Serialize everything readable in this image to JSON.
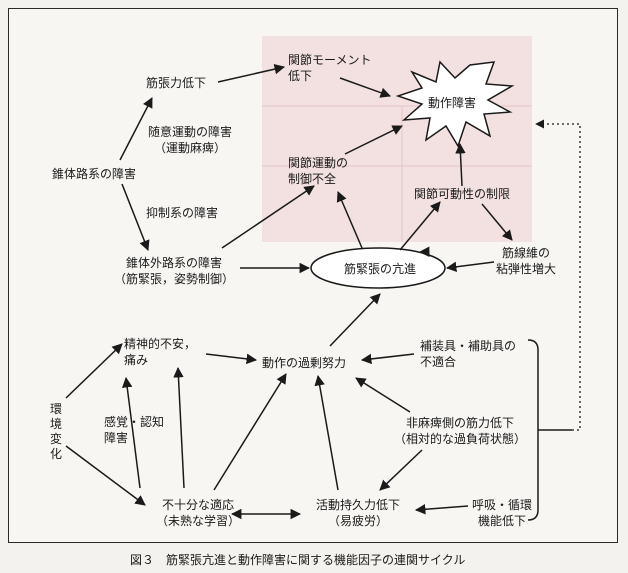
{
  "labels": {
    "kinchoryoku_teika": "筋張力低下",
    "kansetsu_moment_l1": "関節モーメント",
    "kansetsu_moment_l2": "低下",
    "dosa_shogai": "動作障害",
    "zuii_undo_l1": "随意運動の障害",
    "zuii_undo_l2": "（運動麻痺）",
    "suitairo": "錐体路系の障害",
    "kansetsu_undo_l1": "関節運動の",
    "kansetsu_undo_l2": "制御不全",
    "kadosei": "関節可動性の制限",
    "yokusei": "抑制系の障害",
    "suitaigai_l1": "錐体外路系の障害",
    "suitaigai_l2": "（筋緊張，姿勢制御）",
    "kinkincho": "筋緊張の亢進",
    "kinsen_l1": "筋線維の",
    "kinsen_l2": "粘弾性増大",
    "seishin_l1": "精神的不安，",
    "seishin_l2": "痛み",
    "kajo_doryoku": "動作の過剰努力",
    "hosogu_l1": "補装具・補助具の",
    "hosogu_l2": "不適合",
    "kankyo": "環境変化",
    "kankaku_l1": "感覚・認知",
    "kankaku_l2": "障害",
    "himahi_l1": "非麻痺側の筋力低下",
    "himahi_l2": "（相対的な過負荷状態）",
    "fujubun_l1": "不十分な適応",
    "fujubun_l2": "（未熟な学習）",
    "jikyu_l1": "活動持久力低下",
    "jikyu_l2": "（易疲労）",
    "kokyu_l1": "呼吸・循環",
    "kokyu_l2": "機能低下"
  },
  "caption": "図３　筋緊張亢進と動作障害に関する機能因子の連関サイクル",
  "colors": {
    "highlight": "#f2dede",
    "line": "#1a1a1a"
  }
}
